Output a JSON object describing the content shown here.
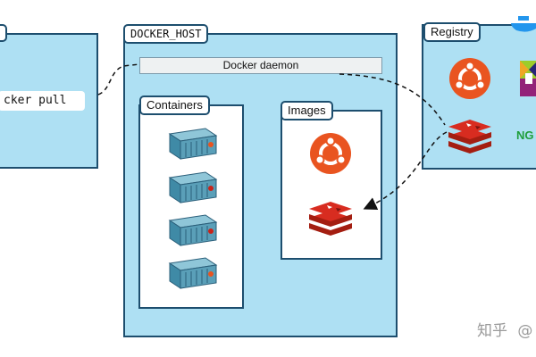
{
  "client": {
    "command": "cker pull"
  },
  "docker_host": {
    "title": "DOCKER_HOST",
    "daemon_label": "Docker daemon",
    "containers": {
      "title": "Containers",
      "count": 4
    },
    "images": {
      "title": "Images",
      "items": [
        "ubuntu-icon",
        "redis-icon"
      ]
    }
  },
  "registry": {
    "title": "Registry",
    "items": [
      "ubuntu-icon",
      "centos-icon",
      "nginx-logo",
      "redis-icon"
    ],
    "nginx_text": "NG"
  },
  "watermark": {
    "text": "知乎",
    "tail": "@"
  },
  "colors": {
    "host_fill": "#aee0f3",
    "border": "#1d4e6e",
    "ubuntu": "#e95420",
    "redis": "#c8241b",
    "container": "#5a9fb8",
    "arrow": "#111111"
  }
}
